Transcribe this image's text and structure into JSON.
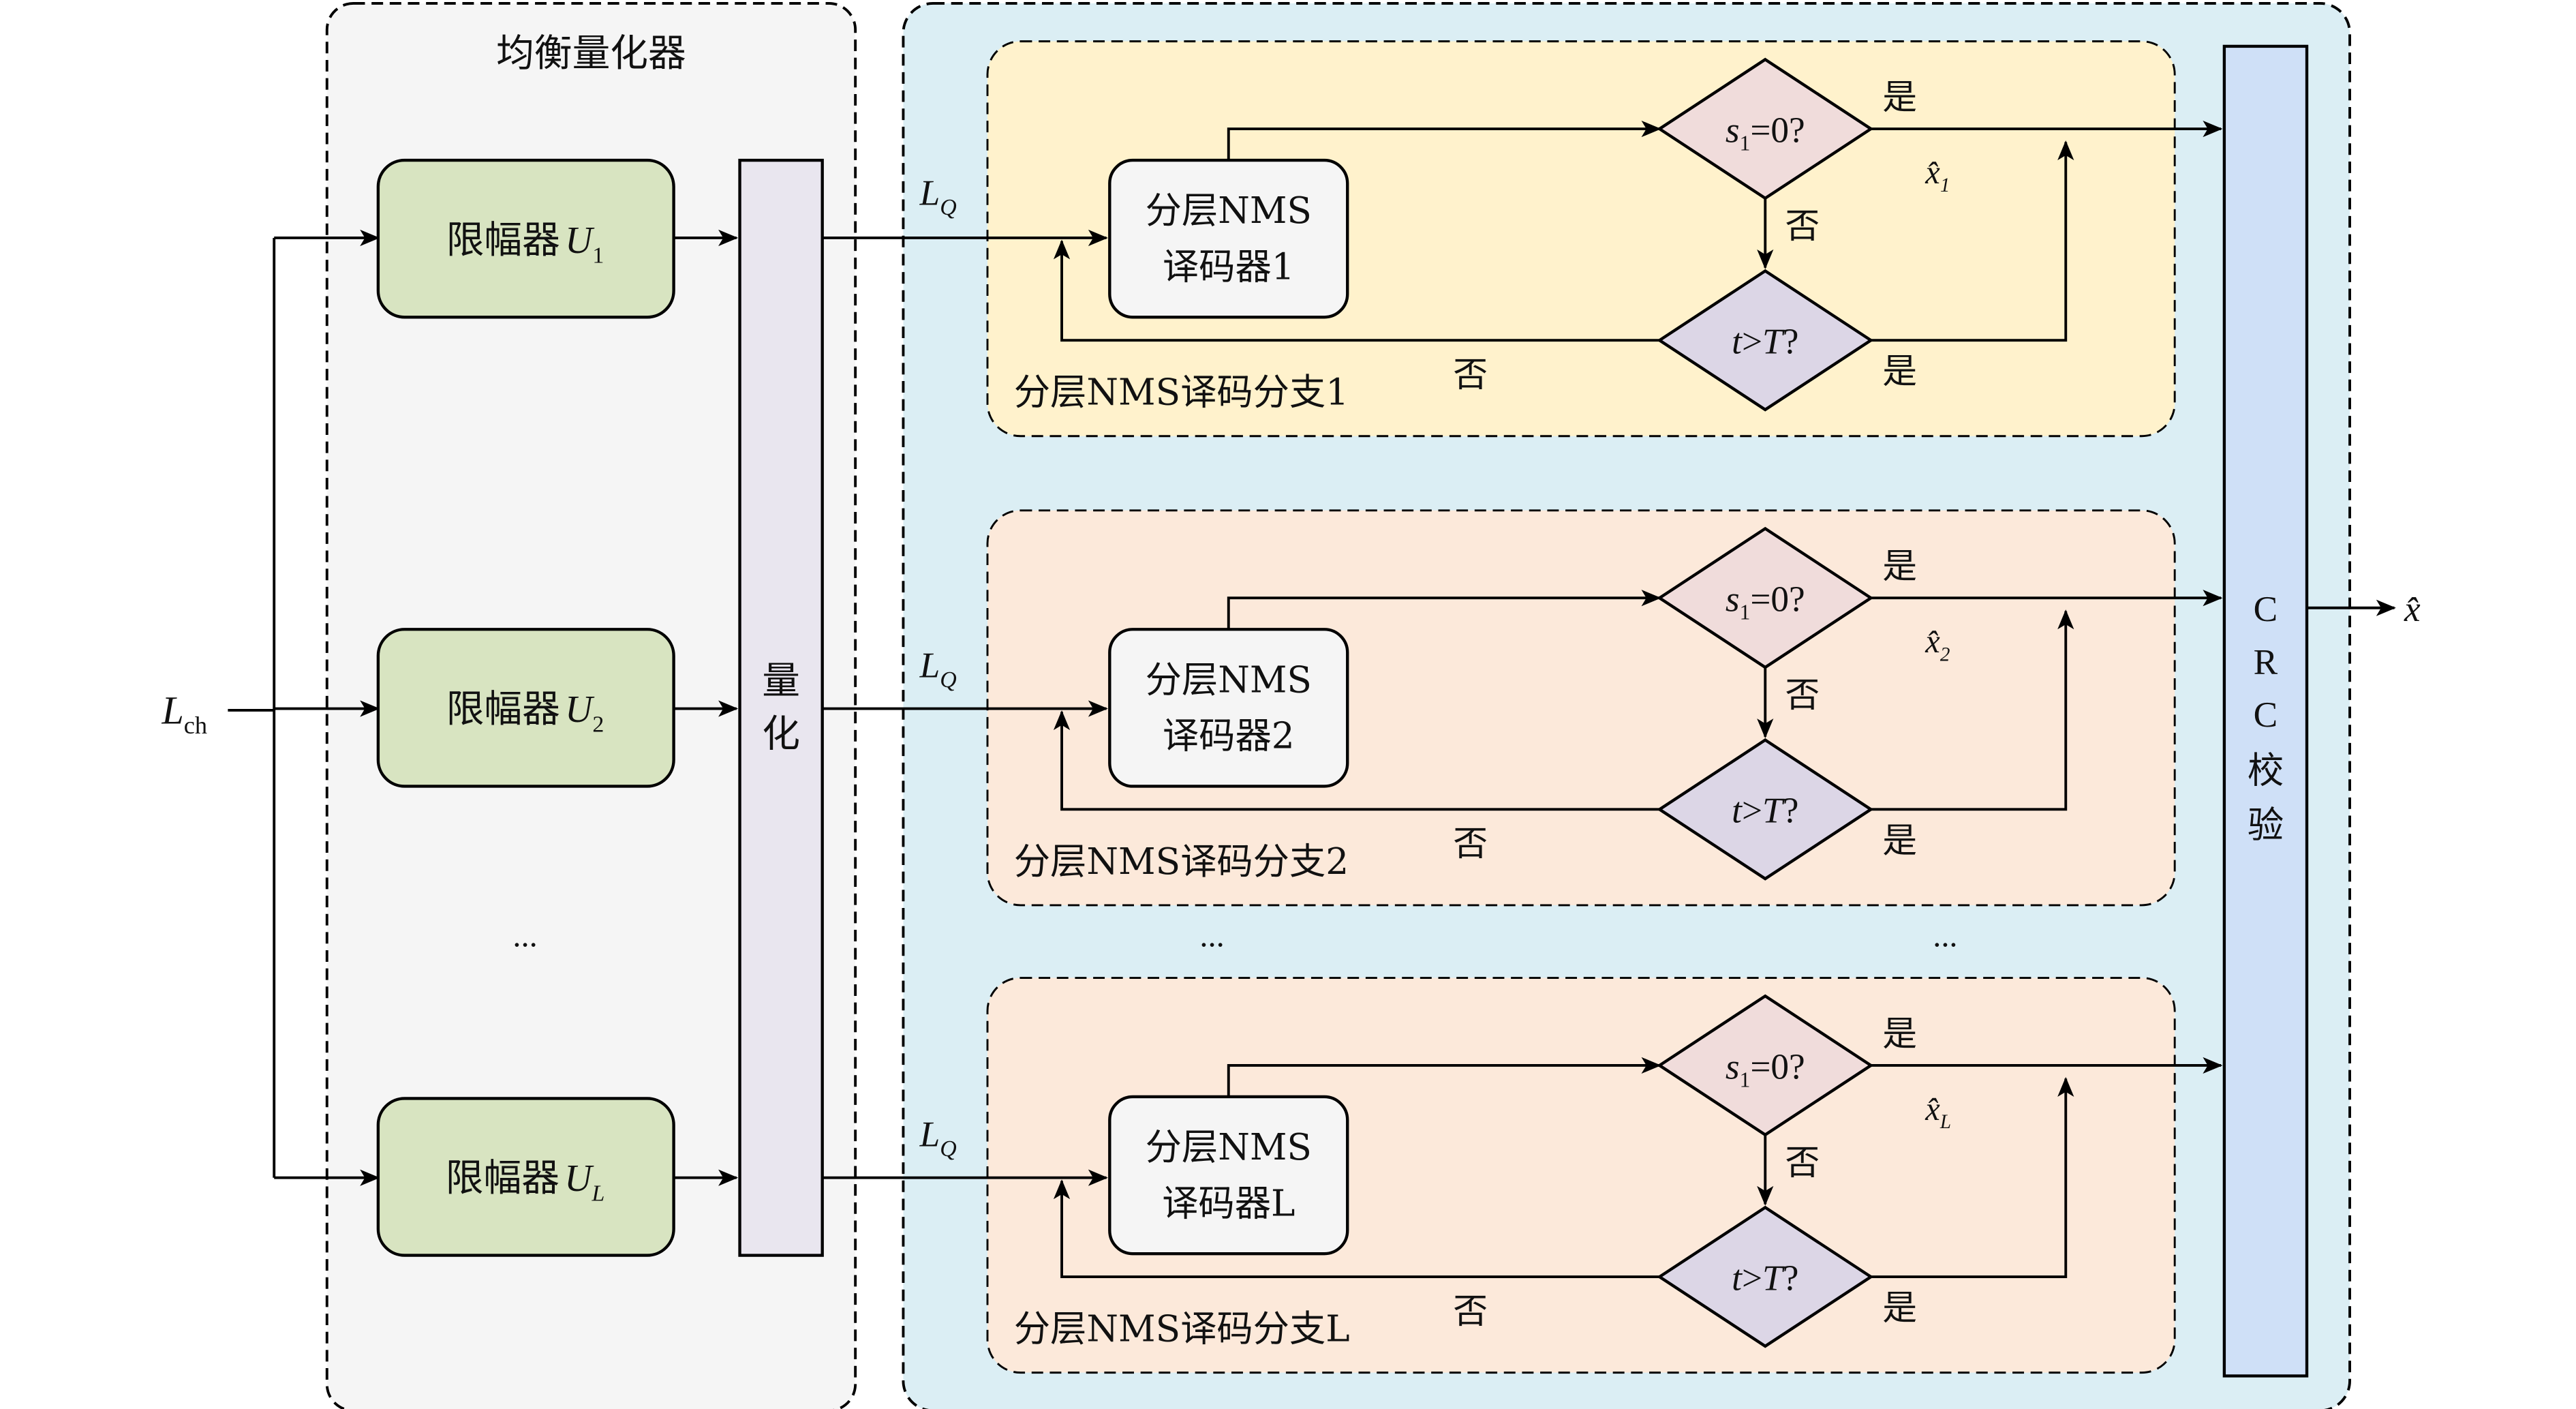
{
  "input": {
    "label_main": "L",
    "label_sub": "ch"
  },
  "equalizing_quantizer": {
    "title": "均衡量化器",
    "limiters": [
      {
        "label": "限幅器",
        "var": "U",
        "sub": "1"
      },
      {
        "label": "限幅器",
        "var": "U",
        "sub": "2"
      },
      {
        "label": "限幅器",
        "var": "U",
        "sub": "L"
      }
    ],
    "ellipsis": "...",
    "quantize": {
      "chars": [
        "量",
        "化"
      ]
    }
  },
  "quantized_output": {
    "label_main": "L",
    "label_sub": "Q"
  },
  "branches": [
    {
      "name": "分层NMS译码分支1",
      "decoder_line1": "分层NMS",
      "decoder_line2": "译码器1",
      "check1": {
        "var": "s",
        "sub": "1",
        "rest": "=0?"
      },
      "check2": {
        "text_t": "t",
        "op": ">",
        "text_T": "T",
        "q": "?"
      },
      "yes": "是",
      "no": "否",
      "estimate": {
        "var": "x̂",
        "sub": "1"
      },
      "fill": "#fff2cc"
    },
    {
      "name": "分层NMS译码分支2",
      "decoder_line1": "分层NMS",
      "decoder_line2": "译码器2",
      "check1": {
        "var": "s",
        "sub": "1",
        "rest": "=0?"
      },
      "check2": {
        "text_t": "t",
        "op": ">",
        "text_T": "T",
        "q": "?"
      },
      "yes": "是",
      "no": "否",
      "estimate": {
        "var": "x̂",
        "sub": "2"
      },
      "fill": "#fce9da"
    },
    {
      "name": "分层NMS译码分支L",
      "decoder_line1": "分层NMS",
      "decoder_line2": "译码器L",
      "check1": {
        "var": "s",
        "sub": "1",
        "rest": "=0?"
      },
      "check2": {
        "text_t": "t",
        "op": ">",
        "text_T": "T",
        "q": "?"
      },
      "yes": "是",
      "no": "否",
      "estimate": {
        "var": "x̂",
        "sub": "L"
      },
      "fill": "#fce9da"
    }
  ],
  "branch_ellipsis": [
    "...",
    "..."
  ],
  "crc": {
    "chars": [
      "C",
      "R",
      "C",
      "校",
      "验"
    ]
  },
  "output": {
    "label": "x̂"
  },
  "colors": {
    "quantizer_group_bg": "#f5f5f5",
    "decoder_group_bg": "#dbeef4",
    "limiter_fill": "#d8e4c1",
    "quantize_fill": "#e9e6ef",
    "decoder_fill": "#f5f5f5",
    "check1_fill": "#f0dcdb",
    "check2_fill": "#dcd6e6",
    "crc_fill": "#cfe0f7"
  }
}
